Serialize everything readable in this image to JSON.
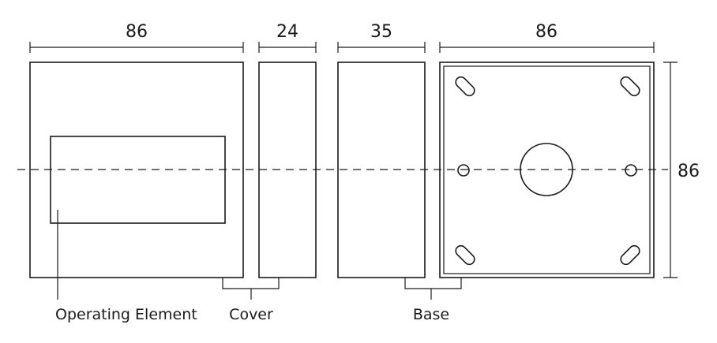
{
  "dimensions": {
    "cover_width": "86",
    "cover_depth": "24",
    "base_depth": "35",
    "base_width": "86",
    "height": "86"
  },
  "labels": {
    "operating_element": "Operating Element",
    "cover": "Cover",
    "base": "Base"
  }
}
